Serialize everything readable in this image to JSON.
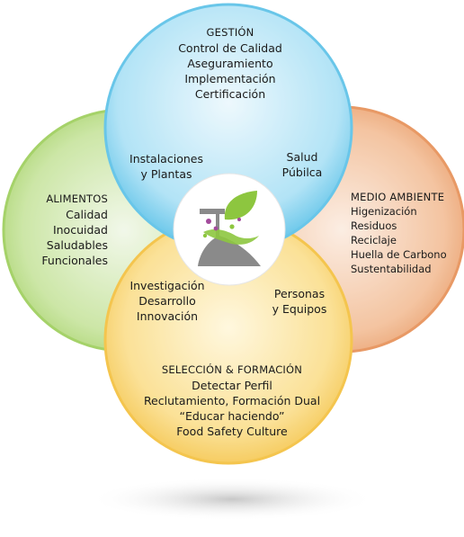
{
  "circles": {
    "top": {
      "title": "GESTIÓN",
      "items": [
        "Control de Calidad",
        "Aseguramiento",
        "Implementación",
        "Certificación"
      ],
      "color": "#3fb7e4"
    },
    "left": {
      "title": "ALIMENTOS",
      "items": [
        "Calidad",
        "Inocuidad",
        "Saludables",
        "Funcionales"
      ],
      "color": "#8dc63f"
    },
    "right": {
      "title": "MEDIO AMBIENTE",
      "items": [
        "Higenización",
        "Residuos",
        "Reciclaje",
        "Huella de Carbono",
        "Sustentabilidad"
      ],
      "color": "#e8894a"
    },
    "bottom": {
      "title": "SELECCIÓN & FORMACIÓN",
      "items": [
        "Detectar Perfil",
        "Reclutamiento, Formación Dual",
        "“Educar haciendo”",
        "Food Safety Culture"
      ],
      "color": "#f5c431"
    }
  },
  "overlaps": {
    "top_left": [
      "Instalaciones",
      "y Plantas"
    ],
    "top_right": [
      "Salud",
      "Púbilca"
    ],
    "bottom_left": [
      "Investigación",
      "Desarrollo",
      "Innovación"
    ],
    "bottom_right": [
      "Personas",
      "y Equipos"
    ]
  },
  "logo": {
    "icon": "flask-leaf-icon",
    "green": "#8dc63f",
    "gray": "#8a8a8a",
    "accent": "#a24a9b"
  }
}
